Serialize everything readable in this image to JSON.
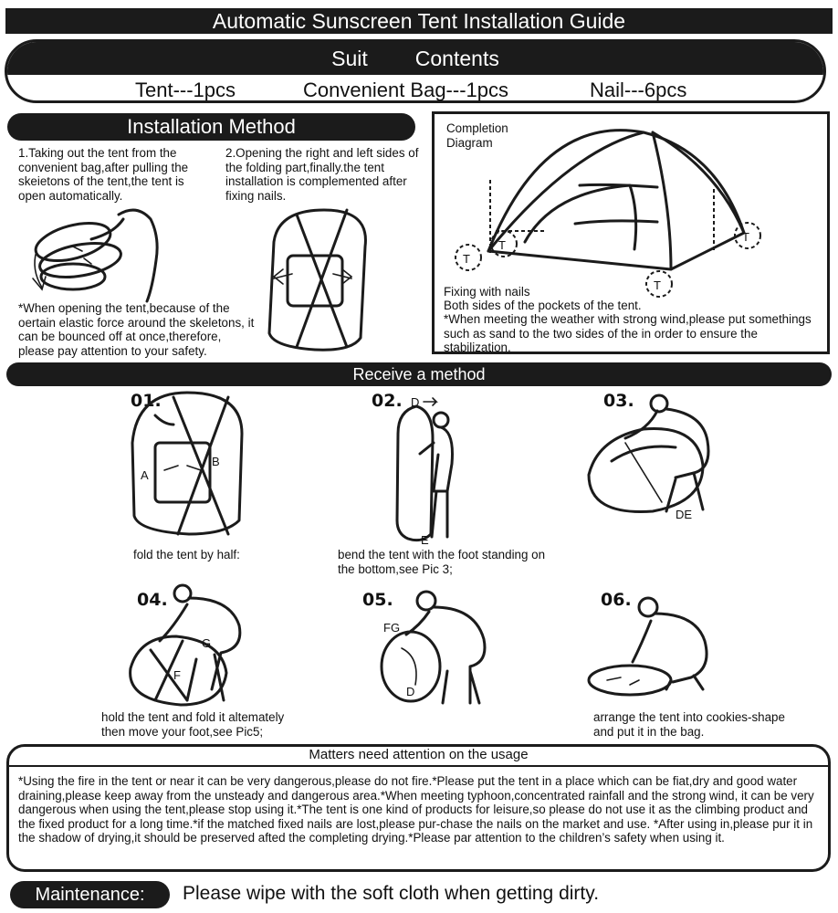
{
  "title": "Automatic Sunscreen Tent Installation Guide",
  "suit": {
    "label1": "Suit",
    "label2": "Contents",
    "items": [
      "Tent---1pcs",
      "Convenient Bag---1pcs",
      "Nail---6pcs"
    ]
  },
  "install": {
    "heading": "Installation Method",
    "step1": "1.Taking out the tent from the convenient bag,after pulling the skeietons of the tent,the tent is open automatically.",
    "step2": "2.Opening the right and left sides of the folding part,finally.the tent installation is complemented after fixing nails.",
    "warning": "*When opening the tent,because of the oertain elastic force around the skeletons, it can be bounced off at once,therefore, please pay attention to your safety."
  },
  "completion": {
    "label": "Completion Diagram",
    "fix1": "Fixing with nails",
    "fix2": "Both sides of the pockets of the tent.",
    "wind": "*When meeting the weather with strong wind,please put somethings such as sand to the two sides of the in order to ensure the stabilization."
  },
  "receive": {
    "heading": "Receive a method",
    "steps": [
      {
        "num": "01.",
        "caption": "fold the tent by half:"
      },
      {
        "num": "02.",
        "caption": "bend the tent with the foot standing on the bottom,see Pic 3;"
      },
      {
        "num": "03.",
        "caption": ""
      },
      {
        "num": "04.",
        "caption": "hold the tent and fold it altemately then move your foot,see Pic5;"
      },
      {
        "num": "05.",
        "caption": ""
      },
      {
        "num": "06.",
        "caption": "arrange the tent into cookies-shape and put it in the bag."
      }
    ],
    "letters": {
      "a": "A",
      "b": "B",
      "d": "D",
      "e": "E",
      "de": "DE",
      "g": "G",
      "f": "F",
      "fg": "FG",
      "t": "T"
    }
  },
  "attention": {
    "heading": "Matters need attention on the usage",
    "body": "*Using the fire in the tent or near it can be very dangerous,please do not fire.*Please put the tent in a place which can be fiat,dry and good water draining,please keep away from the unsteady and dangerous area.*When meeting typhoon,concentrated rainfall and the strong wind, it can be very dangerous when using the tent,please stop using it.*The tent is one kind of products for leisure,so please do not use it as the climbing product and the fixed product for a long time.*if the matched fixed nails are lost,please pur-chase the nails on the market and use. *After using in,please pur it in the shadow of drying,it should be preserved afted the completing drying.*Please par attention to the children’s safety when using it."
  },
  "maintenance": {
    "label": "Maintenance:",
    "text": "Please wipe with the soft cloth when getting dirty."
  },
  "colors": {
    "ink": "#1b1b1b",
    "paper": "#ffffff"
  }
}
